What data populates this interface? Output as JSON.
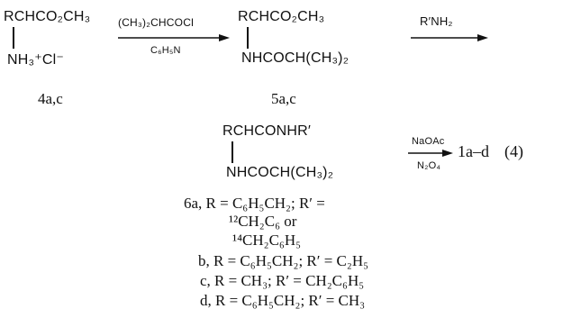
{
  "compounds": {
    "c4": {
      "formula_top": "RCHCO₂CH₃",
      "formula_bottom": "NH₃⁺Cl⁻",
      "label": "4a,c"
    },
    "c5": {
      "formula_top": "RCHCO₂CH₃",
      "formula_bottom": "NHCOCH(CH₃)₂",
      "label": "5a,c"
    },
    "c6": {
      "formula_top": "RCHCONHR′",
      "formula_bottom": "NHCOCH(CH₃)₂"
    }
  },
  "arrows": {
    "a1": {
      "above": "(CH₃)₂CHCOCl",
      "below": "C₆H₅N"
    },
    "a2": {
      "above": "R′NH₂",
      "below": ""
    },
    "a3": {
      "above": "NaOAc",
      "below": "N₂O₄"
    }
  },
  "product": {
    "label": "1a–d",
    "eq": "(4)"
  },
  "footnotes": [
    "6a, R = C₆H₅CH₂; R′ =",
    "¹²CH₂C₆ or",
    "¹⁴CH₂C₆H₅",
    "b, R = C₆H₅CH₂; R′ = C₂H₅",
    "c, R = CH₃; R′ = CH₂C₆H₅",
    "d, R = C₆H₅CH₂; R′ = CH₃"
  ]
}
